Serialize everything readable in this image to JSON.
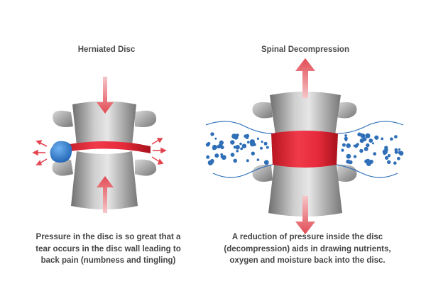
{
  "panels": {
    "left": {
      "title": "Herniated Disc",
      "caption_lines": [
        "Pressure in the disc is so great that a",
        "tear occurs in the disc wall leading to",
        "back pain (numbness and tingling)"
      ]
    },
    "right": {
      "title": "Spinal Decompression",
      "caption_lines": [
        "A reduction of pressure inside the disc",
        "(decompression) aids in drawing nutrients,",
        "oxygen and moisture back into the disc."
      ]
    }
  },
  "colors": {
    "disc_red": "#e0283a",
    "arrow_red": "#e5565e",
    "bone_gray": "#8c8c8c",
    "nutrient_blue": "#2f6fb8",
    "herniation_blue": "#2f7fd0"
  }
}
